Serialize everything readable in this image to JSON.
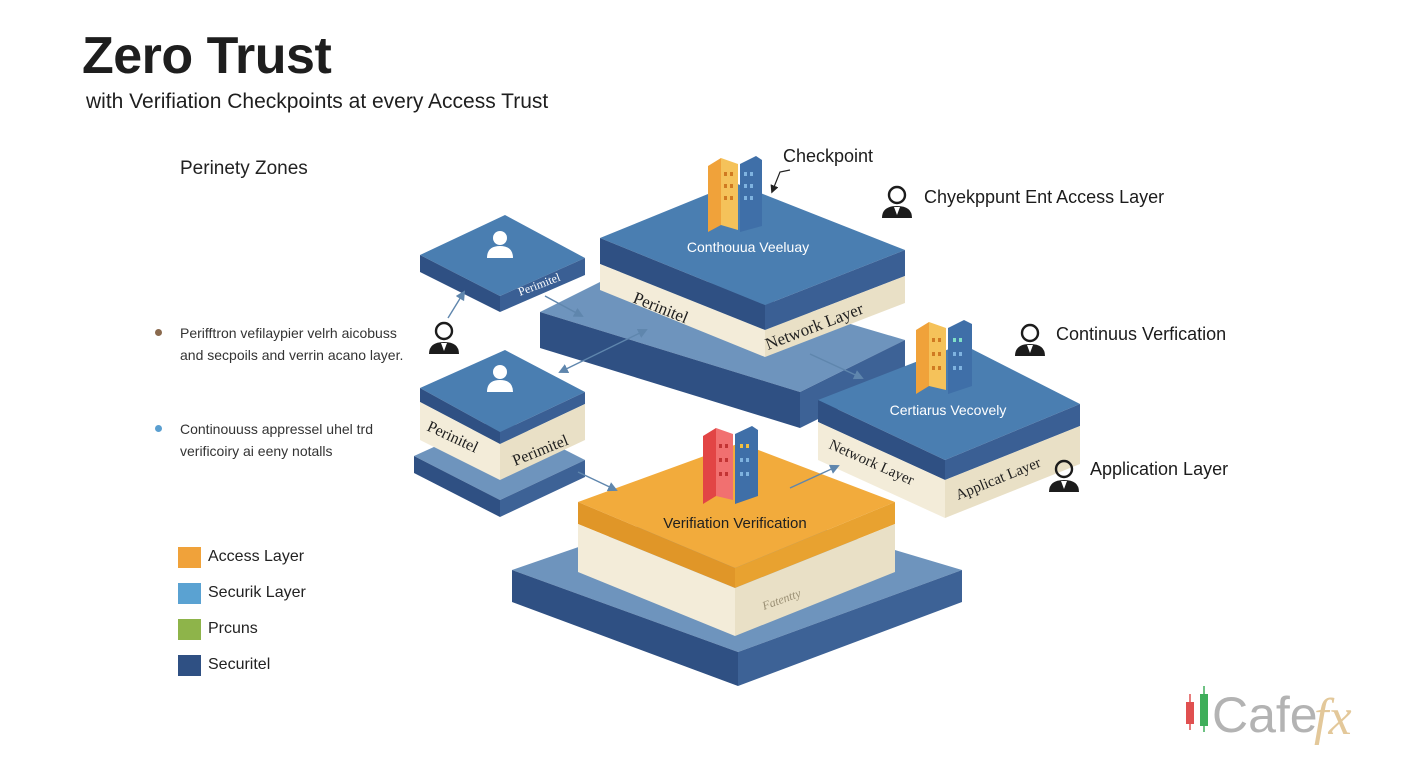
{
  "header": {
    "title": "Zero Trust",
    "subtitle": "with Verifiation Checkpoints at every Access Trust"
  },
  "sidebar": {
    "heading": "Perinety Zones",
    "notes": [
      {
        "text": "Perifftron vefilaypier velrh aicobuss and secpoils and verrin acano layer.",
        "color": "#8a6a4e"
      },
      {
        "text": "Continouuss appressel uhel trd verificoiry ai eeny notalls",
        "color": "#5a9fd0"
      }
    ]
  },
  "legend": [
    {
      "label": "Access Layer",
      "color": "#f0a23a"
    },
    {
      "label": "Securik Layer",
      "color": "#5aa2d2"
    },
    {
      "label": "Prcuns",
      "color": "#8eb44a"
    },
    {
      "label": "Securitel",
      "color": "#2f5083"
    }
  ],
  "diagram": {
    "top_block": {
      "top_label": "Conthouua Veeluay",
      "left_face": "Perinitel",
      "right_face": "Network Layer"
    },
    "upper_left_block": {
      "face_label": "Perimitel"
    },
    "lower_left_block": {
      "left_face": "Perinitel",
      "right_face": "Perimitel"
    },
    "right_block": {
      "top_label": "Certiarus Vecovely",
      "left_face": "Network Layer",
      "right_face": "Applicat Layer"
    },
    "bottom_block": {
      "top_label": "Verifiation Verification",
      "front_label": "Fatentty"
    }
  },
  "callouts": {
    "checkpoint": "Checkpoint",
    "checkpoint_access": "Chyekppunt Ent Access Layer",
    "continuous": "Continuus Verfication",
    "application": "Application Layer"
  },
  "colors": {
    "top_blue": "#4a7eb1",
    "dark_blue": "#2f5083",
    "cream": "#f3ecd9",
    "orange": "#f2ab3c",
    "orange_dark": "#e09628"
  },
  "logo": {
    "text": "Cafe",
    "suffix": "fx"
  }
}
